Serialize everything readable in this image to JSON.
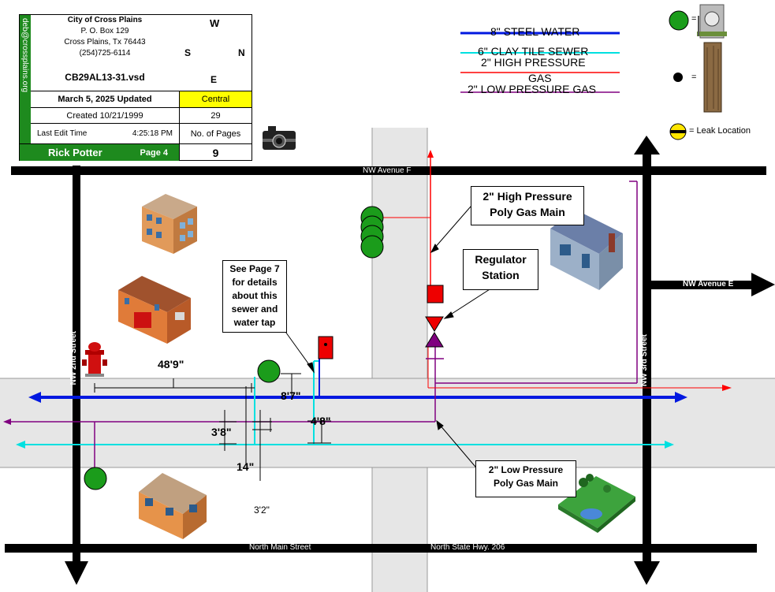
{
  "title_block": {
    "org": "City of Cross Plains",
    "address1": "P. O. Box 129",
    "address2": "Cross Plains, Tx  76443",
    "phone": "(254)725-6114",
    "email": "deb@crossplains.org",
    "filename": "CB29AL13-31.vsd",
    "updated": "March 5, 2025 Updated",
    "region": "Central",
    "created": "Created 10/21/1999",
    "created_val": "29",
    "last_edit_label": "Last Edit Time",
    "last_edit_time": "4:25:18 PM",
    "pages_label": "No. of Pages",
    "author": "Rick Potter",
    "page": "Page 4",
    "pages": "9"
  },
  "compass": {
    "w": "W",
    "s": "S",
    "n": "N",
    "e": "E"
  },
  "legend": {
    "steel_water": "8\" STEEL WATER",
    "clay_sewer": "6\" CLAY TILE SEWER",
    "high_pressure": "2\" HIGH PRESSURE",
    "gas": "GAS",
    "low_pressure": "2\" LOW PRESSURE GAS",
    "eq": "=",
    "leak": "= Leak Location",
    "colors": {
      "water": "#0018e0",
      "sewer": "#00e0e0",
      "high": "#ff0000",
      "low": "#800080"
    }
  },
  "streets": {
    "nw_ave_f": "NW Avenue F",
    "nw_ave_e": "NW Avenue E",
    "nw_2nd": "NW 2nd Street",
    "nw_3rd": "NW 3rd Street",
    "north_main": "North Main Street",
    "state_hwy": "North State Hwy. 206"
  },
  "callouts": {
    "high_pressure_main": [
      "2\" High Pressure",
      "Poly Gas Main"
    ],
    "regulator": [
      "Regulator",
      "Station"
    ],
    "low_pressure_main": [
      "2\" Low Pressure",
      "Poly Gas Main"
    ],
    "see_page": [
      "See Page 7",
      "for details",
      "about this",
      "sewer and",
      "water tap"
    ]
  },
  "dimensions": {
    "d1": "48'9\"",
    "d2": "8'7\"",
    "d3": "4'8\"",
    "d4": "3'8\"",
    "d5": "14\"",
    "d6": "3'2\""
  }
}
